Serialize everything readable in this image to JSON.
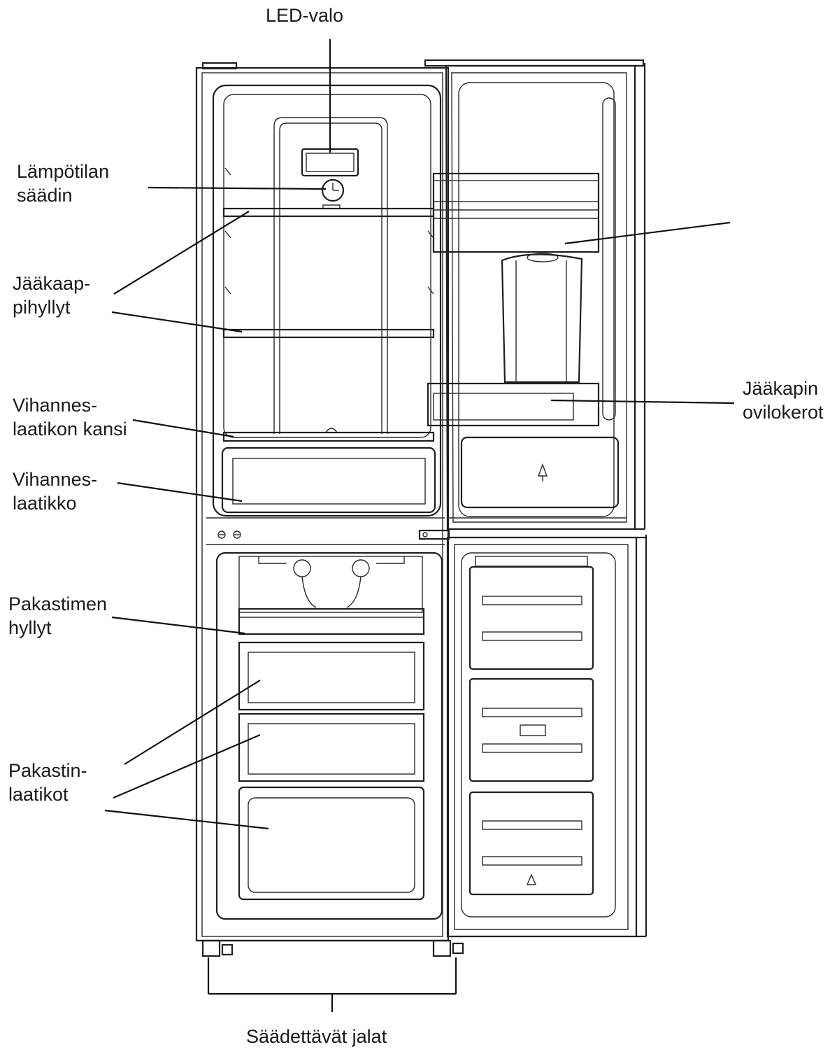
{
  "labels": {
    "led_light": "LED-valo",
    "temperature_control": [
      "Lämpötilan",
      "säädin"
    ],
    "fridge_shelves": [
      "Jääkaap-",
      "pihyllyt"
    ],
    "crisper_cover": [
      "Vihannes-",
      "laatikon kansi"
    ],
    "crisper_drawer": [
      "Vihannes-",
      "laatikko"
    ],
    "freezer_shelves": [
      "Pakastimen",
      "hyllyt"
    ],
    "freezer_drawers": [
      "Pakastin-",
      "laatikot"
    ],
    "door_shelves": [
      "Jääkapin",
      "ovilokerot"
    ],
    "adjustable_feet": "Säädettävät jalat"
  },
  "colors": {
    "line": "#1f1f1f",
    "text": "#1a1a1a",
    "background": "#ffffff"
  }
}
